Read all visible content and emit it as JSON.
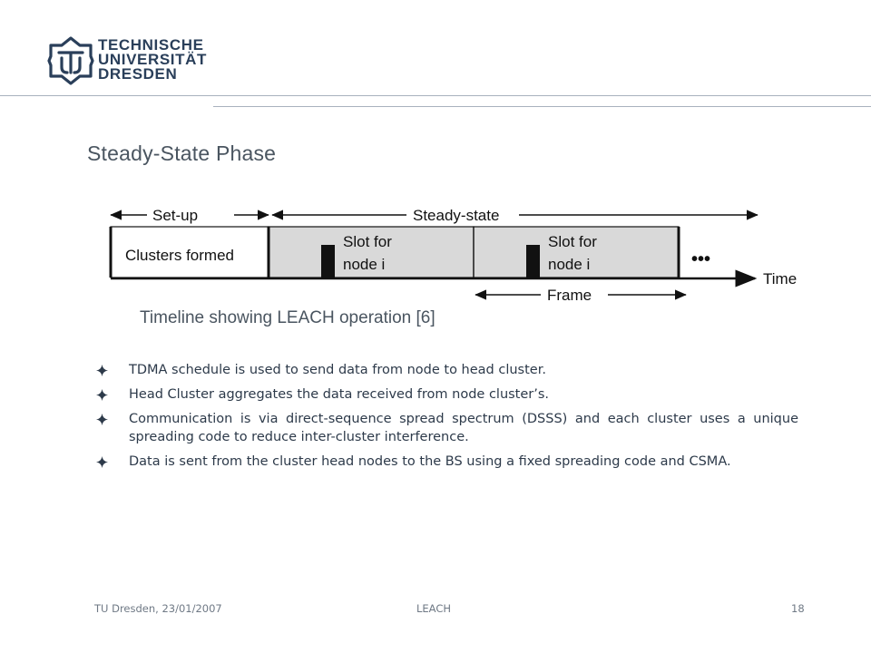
{
  "header": {
    "logo_lines": [
      "TECHNISCHE",
      "UNIVERSITÄT",
      "DRESDEN"
    ],
    "logo_icon": "tu-dresden-logo-icon",
    "brand_color": "#2a3f5a"
  },
  "slide": {
    "title": "Steady-State Phase",
    "caption": "Timeline showing LEACH operation [6]"
  },
  "diagram": {
    "setup_label": "Set-up",
    "steady_label": "Steady-state",
    "clusters_label": "Clusters formed",
    "slot_label_line1": "Slot for",
    "slot_label_line2": "node i",
    "ellipsis": "•••",
    "time_label": "Time",
    "frame_label": "Frame",
    "frame_fill": "#d9d9d9"
  },
  "bullets": [
    "TDMA schedule is used to send data from node to head cluster.",
    "Head Cluster aggregates the data received from node cluster’s.",
    "Communication is via direct-sequence spread spectrum (DSSS) and each cluster uses a unique spreading code to reduce inter-cluster interference.",
    "Data is sent from the cluster head nodes to the BS using a fixed spreading code and CSMA."
  ],
  "footer": {
    "left": "TU Dresden, 23/01/2007",
    "center": "LEACH",
    "page": "18"
  }
}
